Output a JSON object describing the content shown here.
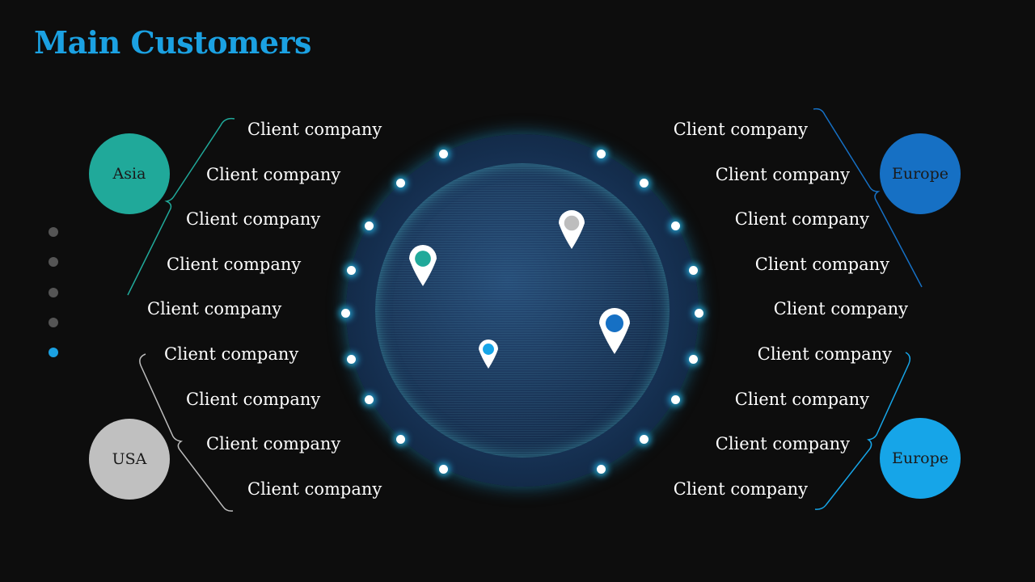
{
  "title": "Main Customers",
  "regions": {
    "asia": {
      "label": "Asia",
      "color": "#20a99a"
    },
    "usa": {
      "label": "USA",
      "color": "#c0c0c0"
    },
    "europe_top": {
      "label": "Europe",
      "color": "#1670c4"
    },
    "europe_bottom": {
      "label": "Europe",
      "color": "#16a5e8"
    }
  },
  "left_clients": [
    "Client company",
    "Client company",
    "Client company",
    "Client company",
    "Client company",
    "Client company",
    "Client company",
    "Client company",
    "Client company"
  ],
  "right_clients": [
    "Client company",
    "Client company",
    "Client company",
    "Client company",
    "Client company",
    "Client company",
    "Client company",
    "Client company",
    "Client company"
  ],
  "nav": {
    "count": 5,
    "active_index": 4,
    "active_color": "#1ba1e2"
  },
  "pins": [
    {
      "name": "asia-pin",
      "color": "#20a99a"
    },
    {
      "name": "usa-pin",
      "color": "#bdbdbd"
    },
    {
      "name": "europe-pin",
      "color": "#1670c4"
    },
    {
      "name": "europe-2-pin",
      "color": "#16a5e8"
    }
  ]
}
